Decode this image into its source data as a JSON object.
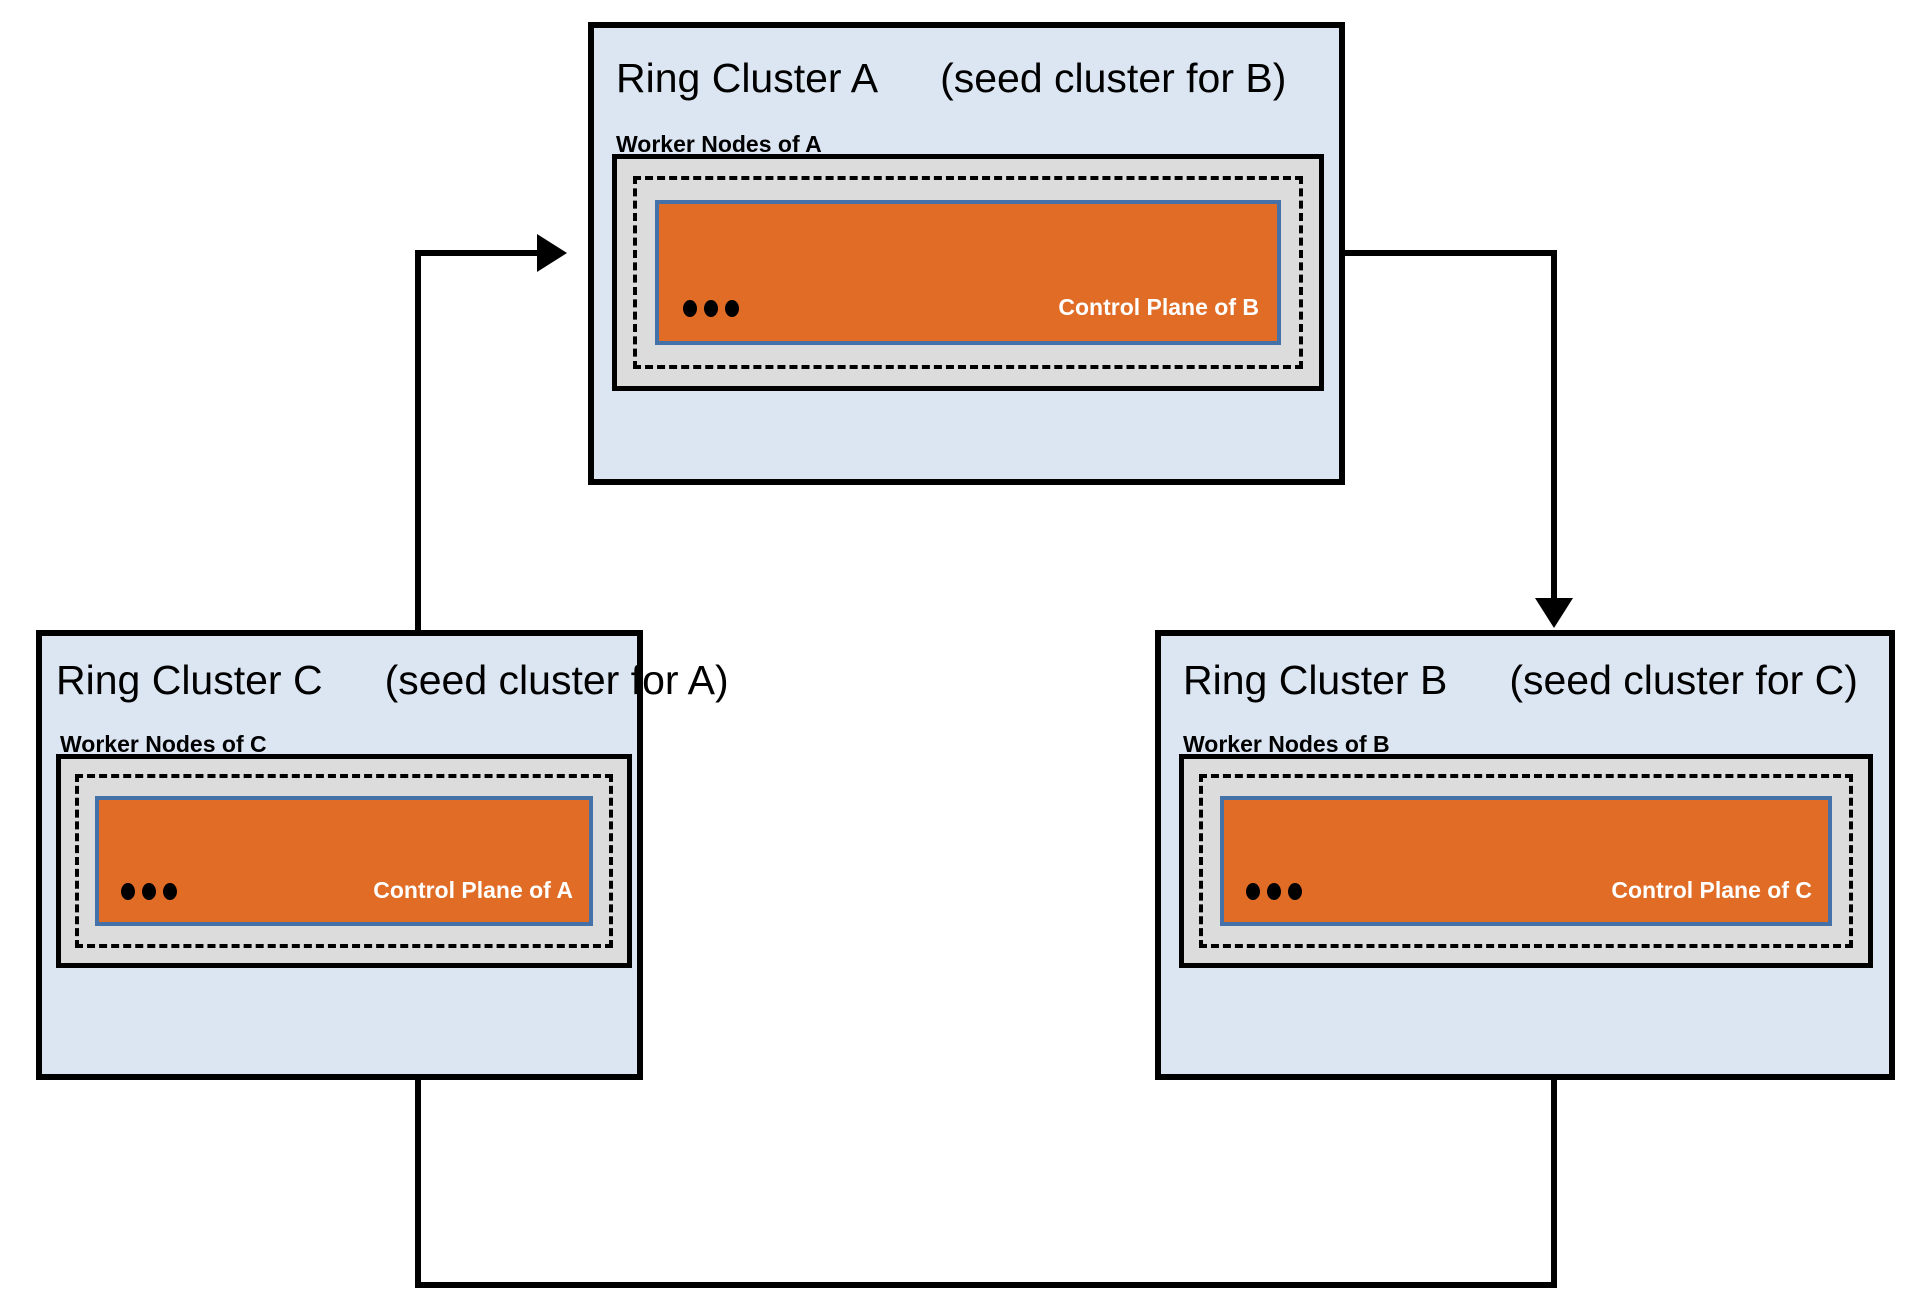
{
  "diagram": {
    "title": "Ring cluster topology with seed cluster relationships",
    "colors": {
      "cluster_fill": "#dce6f2",
      "cluster_border": "#000000",
      "worker_fill": "#dcdcdc",
      "control_plane_fill": "#e06c26",
      "control_plane_border": "#4472a8",
      "label_text": "#ffffff",
      "connector": "#000000"
    }
  },
  "clusters": [
    {
      "id": "a",
      "title": "Ring Cluster A",
      "seed_note": "(seed cluster for B)",
      "worker_label": "Worker Nodes of A",
      "control_plane_label": "Control Plane of B",
      "ellipsis": "•••"
    },
    {
      "id": "c",
      "title": "Ring Cluster C",
      "seed_note": "(seed cluster for A)",
      "worker_label": "Worker Nodes of C",
      "control_plane_label": "Control Plane of A",
      "ellipsis": "•••"
    },
    {
      "id": "b",
      "title": "Ring Cluster B",
      "seed_note": "(seed cluster for C)",
      "worker_label": "Worker Nodes of B",
      "control_plane_label": "Control Plane of C",
      "ellipsis": "•••"
    }
  ],
  "connectors": [
    {
      "id": "c-to-a",
      "from": "Ring Cluster C",
      "to": "Ring Cluster A",
      "direction": "right"
    },
    {
      "id": "a-to-b",
      "from": "Ring Cluster A",
      "to": "Ring Cluster B",
      "direction": "down"
    },
    {
      "id": "b-to-c",
      "from": "Ring Cluster B",
      "to": "Ring Cluster C",
      "direction": "up"
    }
  ]
}
